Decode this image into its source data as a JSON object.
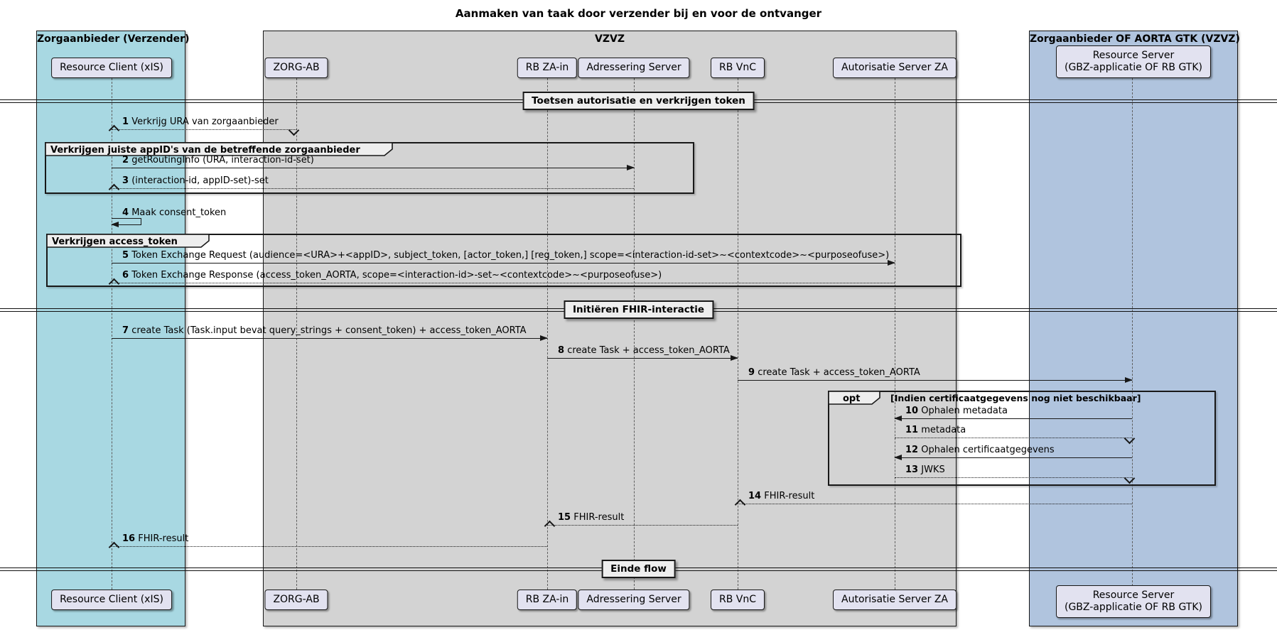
{
  "title": "Aanmaken van taak door verzender bij en voor de ontvanger",
  "colors": {
    "sender_frame_fill": "#A8D8E2",
    "vzvz_frame_fill": "#D3D3D3",
    "receiver_frame_fill": "#B0C4DE",
    "participant_fill": "#E2E2F0",
    "fragment_header_fill": "#EEEEEE",
    "line_color": "#181818"
  },
  "frames": {
    "sender": {
      "label": "Zorgaanbieder (Verzender)"
    },
    "vzvz": {
      "label": "VZVZ"
    },
    "receiver": {
      "label": "Zorgaanbieder OF AORTA GTK (VZVZ)"
    }
  },
  "participants": [
    {
      "id": "resource-client",
      "label": "Resource Client (xIS)"
    },
    {
      "id": "zorg-ab",
      "label": "ZORG-AB"
    },
    {
      "id": "rb-za-in",
      "label": "RB ZA-in"
    },
    {
      "id": "adressering-server",
      "label": "Adressering Server"
    },
    {
      "id": "rb-vnc",
      "label": "RB VnC"
    },
    {
      "id": "autorisatie-server-za",
      "label": "Autorisatie Server ZA"
    },
    {
      "id": "resource-server",
      "label": "Resource Server",
      "label2": "(GBZ-applicatie OF RB GTK)"
    }
  ],
  "dividers": [
    {
      "label": "Toetsen autorisatie en verkrijgen token"
    },
    {
      "label": "Initiëren FHIR-interactie"
    },
    {
      "label": "Einde flow"
    }
  ],
  "groups": [
    {
      "label": "Verkrijgen juiste appID's van de betreffende zorgaanbieder"
    },
    {
      "label": "Verkrijgen access_token"
    }
  ],
  "opt": {
    "keyword": "opt",
    "condition": "[Indien certificaatgegevens nog niet beschikbaar]"
  },
  "messages": [
    {
      "num": "1",
      "text": "Verkrijg URA van zorgaanbieder",
      "from": "resource-client",
      "to": "zorg-ab",
      "line": "dotted",
      "bidirectional": true
    },
    {
      "num": "2",
      "text": "getRoutingInfo (URA, interaction-id-set)",
      "from": "resource-client",
      "to": "adressering-server",
      "line": "solid"
    },
    {
      "num": "3",
      "text": "(interaction-id, appID-set)-set",
      "from": "adressering-server",
      "to": "resource-client",
      "line": "dotted"
    },
    {
      "num": "4",
      "text": "Maak consent_token",
      "from": "resource-client",
      "to": "resource-client",
      "line": "solid",
      "self": true
    },
    {
      "num": "5",
      "text": "Token Exchange Request (audience=<URA>+<appID>, subject_token, [actor_token,] [reg_token,] scope=<interaction-id-set>~<contextcode>~<purposeofuse>)",
      "from": "resource-client",
      "to": "autorisatie-server-za",
      "line": "solid"
    },
    {
      "num": "6",
      "text": "Token Exchange Response (access_token_AORTA, scope=<interaction-id>-set~<contextcode>~<purposeofuse>)",
      "from": "autorisatie-server-za",
      "to": "resource-client",
      "line": "dotted"
    },
    {
      "num": "7",
      "text": "create Task (Task.input bevat query_strings + consent_token) + access_token_AORTA",
      "from": "resource-client",
      "to": "rb-za-in",
      "line": "solid"
    },
    {
      "num": "8",
      "text": "create Task + access_token_AORTA",
      "from": "rb-za-in",
      "to": "rb-vnc",
      "line": "solid"
    },
    {
      "num": "9",
      "text": "create Task + access_token_AORTA",
      "from": "rb-vnc",
      "to": "resource-server",
      "line": "solid"
    },
    {
      "num": "10",
      "text": "Ophalen metadata",
      "from": "resource-server",
      "to": "autorisatie-server-za",
      "line": "solid"
    },
    {
      "num": "11",
      "text": "metadata",
      "from": "autorisatie-server-za",
      "to": "resource-server",
      "line": "dotted"
    },
    {
      "num": "12",
      "text": "Ophalen certificaatgegevens",
      "from": "resource-server",
      "to": "autorisatie-server-za",
      "line": "solid"
    },
    {
      "num": "13",
      "text": "JWKS",
      "from": "autorisatie-server-za",
      "to": "resource-server",
      "line": "dotted"
    },
    {
      "num": "14",
      "text": "FHIR-result",
      "from": "resource-server",
      "to": "rb-vnc",
      "line": "dotted"
    },
    {
      "num": "15",
      "text": "FHIR-result",
      "from": "rb-vnc",
      "to": "rb-za-in",
      "line": "dotted"
    },
    {
      "num": "16",
      "text": "FHIR-result",
      "from": "rb-za-in",
      "to": "resource-client",
      "line": "dotted"
    }
  ]
}
